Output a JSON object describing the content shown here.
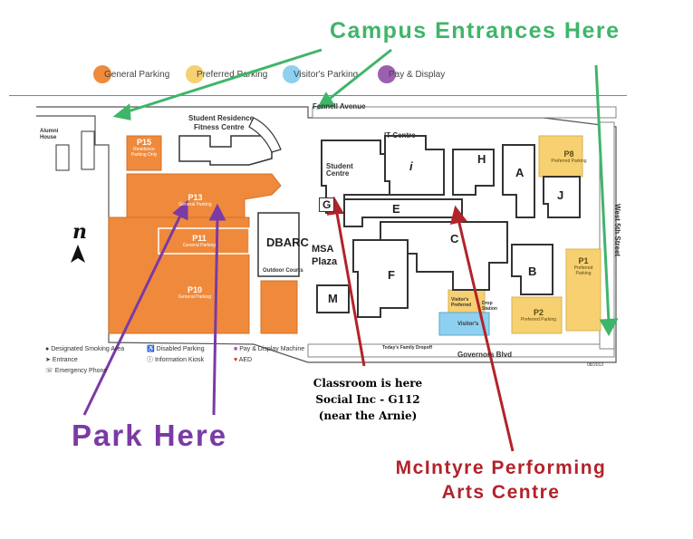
{
  "header": {
    "campus_entrances": "Campus Entrances Here"
  },
  "legend": [
    {
      "label": "General Parking",
      "color": "#ef8a3c"
    },
    {
      "label": "Preferred Parking",
      "color": "#f7d071"
    },
    {
      "label": "Visitor's Parking",
      "color": "#8fd0f0"
    },
    {
      "label": "Pay & Display",
      "color": "#9b5fb0"
    }
  ],
  "map": {
    "roads": {
      "fennell": "Fennell Avenue",
      "west5th": "West 5th Street",
      "governors": "Governors Blvd"
    },
    "places": {
      "alumni_house": "Alumni House",
      "student_residence": "Student Residence",
      "fitness_centre": "Fitness Centre",
      "it_centre": "IT Centre",
      "student_centre": "Student Centre",
      "dbarc": "DBARC",
      "outdoor_courts": "Outdoor Courts",
      "msa_plaza": "MSA Plaza",
      "family_dropoff": "Today's Family Dropoff",
      "visitors_preferred": "Visitor's Preferred",
      "visitors": "Visitor's",
      "drop_station": "Drop Station"
    },
    "buildings": [
      "H",
      "A",
      "J",
      "i",
      "G",
      "E",
      "C",
      "F",
      "B",
      "M"
    ],
    "lots": {
      "p15": {
        "name": "P15",
        "sub": "Residence Parking Only"
      },
      "p13": {
        "name": "P13",
        "sub": "General Parking"
      },
      "p11": {
        "name": "P11",
        "sub": "General Parking"
      },
      "p10": {
        "name": "P10",
        "sub": "General Parking"
      },
      "p8": {
        "name": "P8",
        "sub": "Preferred Parking"
      },
      "p1": {
        "name": "P1",
        "sub": "Preferred Parking"
      },
      "p2": {
        "name": "P2",
        "sub": "Preferred Parking"
      }
    },
    "key": {
      "smoking": "Designated Smoking Area",
      "entrance": "Entrance",
      "emergency": "Emergency Phone",
      "disabled": "Disabled Parking",
      "info": "Information Kiosk",
      "paydisplay": "Pay & Display Machine",
      "aed": "AED"
    },
    "date": "08/2013",
    "north": "n"
  },
  "annotations": {
    "park_here": "Park Here",
    "classroom_line1": "Classroom is here",
    "classroom_line2": "Social Inc - G112",
    "classroom_line3": "(near the Arnie)",
    "mcintyre_line1": "McIntyre Performing",
    "mcintyre_line2": "Arts Centre"
  },
  "colors": {
    "green_arrow": "#3fb56a",
    "purple_arrow": "#7b3aa5",
    "red_arrow": "#b2232a",
    "general_parking": "#ef8a3c",
    "preferred_parking": "#f7d071",
    "visitor_parking": "#8fd0f0",
    "pay_display": "#9b5fb0"
  }
}
